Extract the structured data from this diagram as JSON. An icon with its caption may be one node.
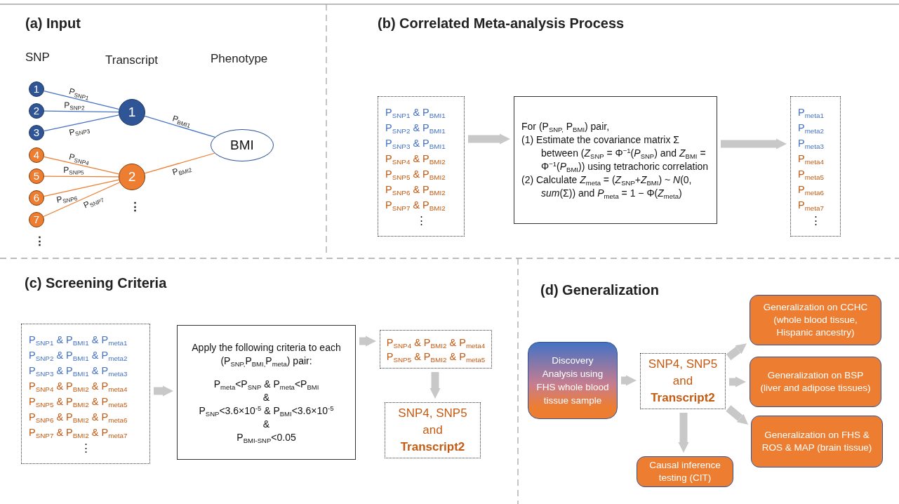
{
  "diagram": {
    "nodes": [
      {
        "text": [
          "1"
        ]
      },
      {
        "text": [
          "2"
        ]
      },
      {
        "text": [
          "3"
        ]
      },
      {
        "text": [
          "4"
        ]
      },
      {
        "text": [
          "5"
        ]
      },
      {
        "text": [
          "6"
        ]
      },
      {
        "text": [
          "7"
        ]
      },
      {
        "text": [
          "1"
        ]
      },
      {
        "text": [
          "2"
        ]
      },
      {
        "text": [
          "BMI"
        ]
      },
      {
        "text": [
          "P$_{SNP1}$ & P$_{BMI1}$",
          "P$_{SNP2}$ & P$_{BMI1}$",
          "P$_{SNP3}$ & P$_{BMI1}$",
          "P$_{SNP4}$ & P$_{BMI2}$",
          "P$_{SNP5}$ & P$_{BMI2}$",
          "P$_{SNP6}$ & P$_{BMI2}$",
          "P$_{SNP7}$ & P$_{BMI2}$",
          "⋮"
        ]
      },
      {
        "text": [
          "For (P$_{SNP,}$ P$_{BMI}$) pair,",
          "(1) Estimate the covariance matrix Σ between (*Z*$_{SNP}$ = Φ$^{−1}$(*P*$_{SNP}$) and *Z*$_{BMI}$ = Φ$^{−1}$(*P*$_{BMI}$)) using tetrachoric correlation",
          "(2) Calculate *Z*$_{meta}$ = (*Z*$_{SNP}$+*Z*$_{BMI}$) ~ *N*(0, *sum*(Σ)) and *P*$_{meta}$ = 1 − Φ(*Z*$_{meta}$)"
        ]
      },
      {
        "text": [
          "P$_{meta1}$",
          "P$_{meta2}$",
          "P$_{meta3}$",
          "P$_{meta4}$",
          "P$_{meta5}$",
          "P$_{meta6}$",
          "P$_{meta7}$",
          "⋮"
        ]
      },
      {
        "text": [
          "P$_{SNP1}$ & P$_{BMI1}$ & P$_{meta1}$",
          "P$_{SNP2}$ & P$_{BMI1}$ & P$_{meta2}$",
          "P$_{SNP3}$ & P$_{BMI1}$ & P$_{meta3}$",
          "P$_{SNP4}$ & P$_{BMI2}$ & P$_{meta4}$",
          "P$_{SNP5}$ & P$_{BMI2}$ & P$_{meta5}$",
          "P$_{SNP6}$ & P$_{BMI2}$ & P$_{meta6}$",
          "P$_{SNP7}$ & P$_{BMI2}$ & P$_{meta7}$",
          "⋮"
        ]
      },
      {
        "text": [
          "Apply the following criteria to each (P$_{SNP,}$P$_{BMI,}$P$_{meta}$) pair:",
          "P$_{meta}$<P$_{SNP}$ & P$_{meta}$<P$_{BMI}$",
          "&",
          "P$_{SNP}$<3.6×10$^{-5}$ & P$_{BMI}$<3.6×10$^{-5}$",
          "&",
          "P$_{BMI-SNP}$<0.05"
        ]
      },
      {
        "text": [
          "P$_{SNP4}$ & P$_{BMI2}$ & P$_{meta4}$",
          "P$_{SNP5}$ & P$_{BMI2}$ & P$_{meta5}$"
        ]
      },
      {
        "text": [
          "SNP4, SNP5 and **Transcript2**"
        ]
      },
      {
        "text": [
          "Discovery Analysis using FHS whole blood tissue sample"
        ]
      },
      {
        "text": [
          "SNP4, SNP5 and **Transcript2**"
        ]
      },
      {
        "text": [
          "Generalization on CCHC (whole blood tissue, Hispanic ancestry)"
        ]
      },
      {
        "text": [
          "Generalization on BSP (liver and adipose tissues)"
        ]
      },
      {
        "text": [
          "Generalization on FHS & ROS & MAP (brain tissue)"
        ]
      },
      {
        "text": [
          "Causal inference testing (CIT)"
        ]
      }
    ],
    "edges": [
      {
        "from": 0,
        "to": 7,
        "arrow": "none",
        "label": "P$_{SNP1}$",
        "color": "#4472c4"
      },
      {
        "from": 1,
        "to": 7,
        "arrow": "none",
        "label": "P$_{SNP2}$",
        "color": "#4472c4"
      },
      {
        "from": 2,
        "to": 7,
        "arrow": "none",
        "label": "P$_{SNP3}$",
        "color": "#4472c4"
      },
      {
        "from": 3,
        "to": 8,
        "arrow": "none",
        "label": "P$_{SNP4}$",
        "color": "#ed7d31"
      },
      {
        "from": 4,
        "to": 8,
        "arrow": "none",
        "label": "P$_{SNP5}$",
        "color": "#ed7d31"
      },
      {
        "from": 5,
        "to": 8,
        "arrow": "none",
        "label": "P$_{SNP6}$",
        "color": "#ed7d31"
      },
      {
        "from": 6,
        "to": 8,
        "arrow": "none",
        "label": "P$_{SNP7}$",
        "color": "#ed7d31"
      },
      {
        "from": 7,
        "to": 9,
        "arrow": "none",
        "label": "P$_{BMI1}$",
        "color": "#4472c4"
      },
      {
        "from": 8,
        "to": 9,
        "arrow": "none",
        "label": "P$_{BMI2}$",
        "color": "#ed7d31"
      },
      {
        "from": 10,
        "to": 11,
        "arrow": "to",
        "color": "#c8c8c8"
      },
      {
        "from": 11,
        "to": 12,
        "arrow": "to",
        "color": "#c8c8c8"
      },
      {
        "from": 13,
        "to": 14,
        "arrow": "to",
        "color": "#c8c8c8"
      },
      {
        "from": 14,
        "to": 15,
        "arrow": "to",
        "color": "#c8c8c8"
      },
      {
        "from": 15,
        "to": 16,
        "arrow": "to",
        "color": "#c8c8c8"
      },
      {
        "from": 17,
        "to": 18,
        "arrow": "to",
        "color": "#c8c8c8"
      },
      {
        "from": 18,
        "to": 19,
        "arrow": "to",
        "color": "#c8c8c8"
      },
      {
        "from": 18,
        "to": 20,
        "arrow": "to",
        "color": "#c8c8c8"
      },
      {
        "from": 18,
        "to": 21,
        "arrow": "to",
        "color": "#c8c8c8"
      },
      {
        "from": 18,
        "to": 22,
        "arrow": "to",
        "color": "#c8c8c8"
      }
    ],
    "labels": [
      "(a) Input",
      "(b) Correlated Meta-analysis Process",
      "SNP",
      "Transcript",
      "Phenotype",
      "⋮",
      "⋮",
      "(c) Screening Criteria",
      "(d) Generalization"
    ]
  }
}
